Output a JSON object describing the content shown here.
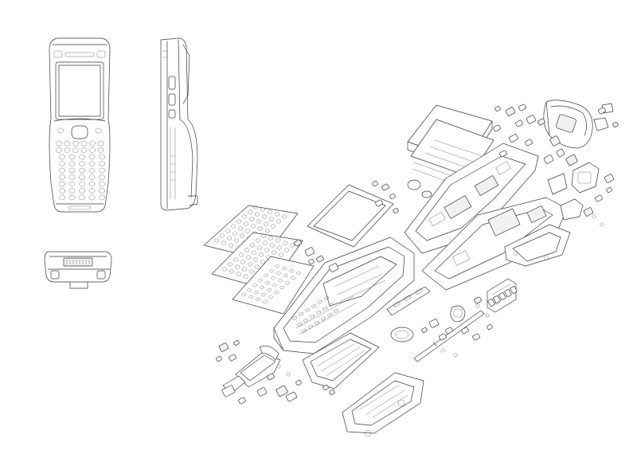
{
  "figure": {
    "kind": "technical-line-drawing",
    "subject": "handheld-computer",
    "views": [
      "front-view",
      "side-view",
      "bottom-view",
      "exploded-view"
    ],
    "line_color": "#3a3a3a",
    "background_color": "#ffffff"
  }
}
